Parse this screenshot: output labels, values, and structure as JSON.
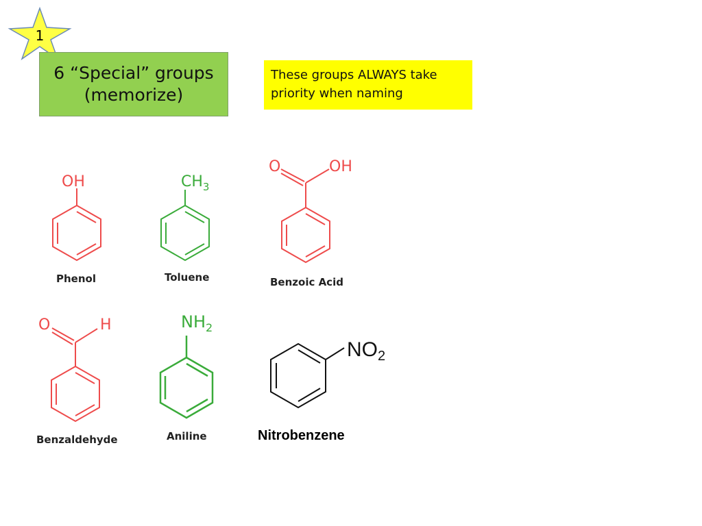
{
  "slide": {
    "number": "1",
    "title_line1": "6 “Special” groups",
    "title_line2": "(memorize)",
    "note_line1": "These groups ALWAYS take",
    "note_line2": "priority when naming"
  },
  "colors": {
    "red": "#ee4b4b",
    "green": "#3aab3a",
    "black": "#111111",
    "title_bg": "#92d050",
    "note_bg": "#ffff00",
    "star_fill": "#ffff44"
  },
  "molecules": [
    {
      "name": "Phenol",
      "group": "OH",
      "color": "red"
    },
    {
      "name": "Toluene",
      "group": "CH",
      "group_sub": "3",
      "color": "green"
    },
    {
      "name": "Benzoic Acid",
      "group_left": "O",
      "group_right": "OH",
      "color": "red"
    },
    {
      "name": "Benzaldehyde",
      "group_left": "O",
      "group_right": "H",
      "color": "red"
    },
    {
      "name": "Aniline",
      "group": "NH",
      "group_sub": "2",
      "color": "green"
    },
    {
      "name": "Nitrobenzene",
      "group": "NO",
      "group_sub": "2",
      "color": "black"
    }
  ]
}
